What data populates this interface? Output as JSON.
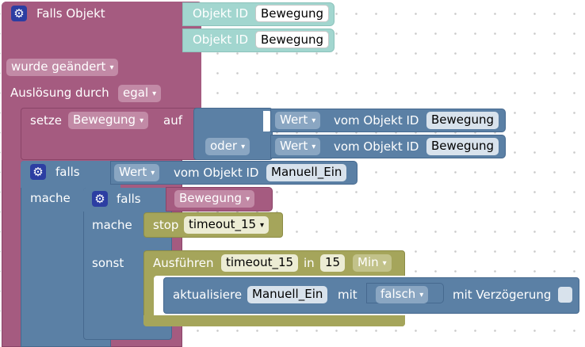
{
  "event_block": {
    "title": "Falls Objekt",
    "objekt_id_label": "Objekt ID",
    "trigger_objects": [
      "Bewegung",
      "Bewegung"
    ],
    "change_mode": "wurde geändert",
    "trigger_by_label": "Auslösung durch",
    "trigger_by_value": "egal"
  },
  "set_block": {
    "label": "setze",
    "variable": "Bewegung",
    "to_label": "auf",
    "or_label": "oder",
    "value_field_a": "Wert",
    "value_field_b": "Wert",
    "from_object_label": "vom Objekt ID",
    "object_a": "Bewegung",
    "object_b": "Bewegung"
  },
  "outer_if": {
    "if_label": "falls",
    "do_label": "mache",
    "value_field": "Wert",
    "from_object_label": "vom Objekt ID",
    "object": "Manuell_Ein"
  },
  "inner_if": {
    "if_label": "falls",
    "condition_variable": "Bewegung",
    "do_label": "mache",
    "else_label": "sonst"
  },
  "stop_block": {
    "label": "stop",
    "timer": "timeout_15"
  },
  "timeout_block": {
    "label": "Ausführen",
    "timer": "timeout_15",
    "in_label": "in",
    "amount": "15",
    "unit": "Min"
  },
  "update_block": {
    "label": "aktualisiere",
    "object": "Manuell_Ein",
    "with_label": "mit",
    "value": "falsch",
    "delay_label": "mit Verzögerung"
  },
  "colors": {
    "event": "#a55b80",
    "logic": "#5b80a5",
    "timer": "#a5a55b",
    "object_id": "#a2d6cf",
    "mutator_icon": "#2c3ea2"
  },
  "icons": {
    "mutator": "gear-icon",
    "dropdown": "caret-down-icon"
  }
}
